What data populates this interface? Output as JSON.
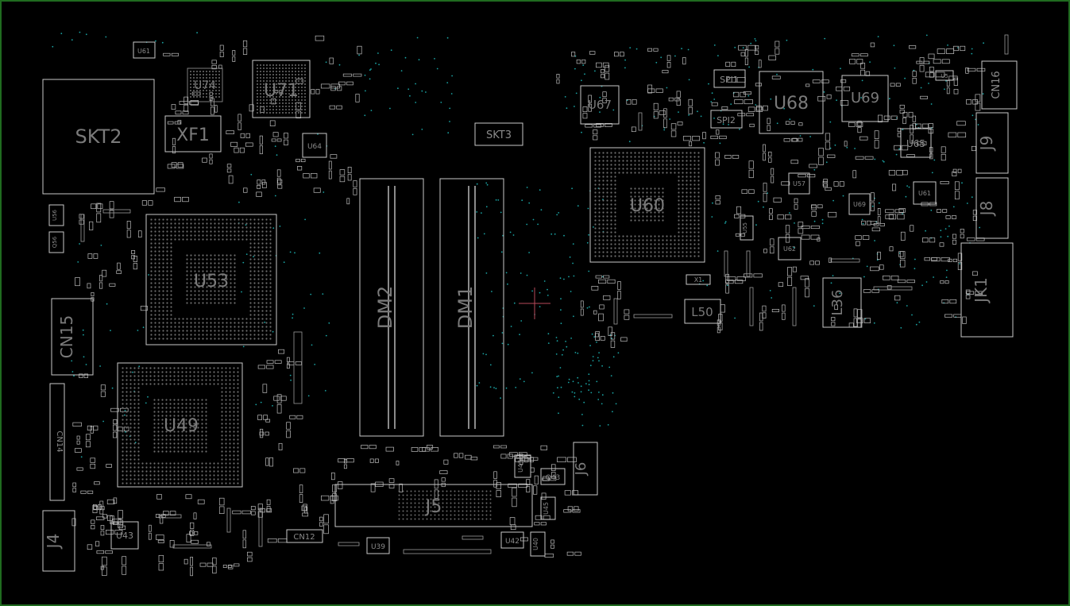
{
  "components": {
    "SKT2": "SKT2",
    "XF1": "XF1",
    "U74": "U74",
    "U71": "U71",
    "U64": "U64",
    "U61": "U61",
    "SKT3": "SKT3",
    "U67": "U67",
    "SPI1": "SPI1",
    "SPI2": "SPI2",
    "U68": "U68",
    "U69": "U69",
    "U65": "U65",
    "CN16": "CN16",
    "J9": "J9",
    "J8": "J8",
    "JK1": "JK1",
    "U60": "U60",
    "U53": "U53",
    "CN15": "CN15",
    "U49": "U49",
    "CN14": "CN14",
    "J4": "J4",
    "U43": "U43",
    "DM2": "DM2",
    "DM1": "DM1",
    "J5": "J5",
    "J6": "J6",
    "L50": "L50",
    "L36": "L36",
    "CN12": "CN12",
    "U39": "U39",
    "U42": "U42",
    "U40": "U40",
    "U45": "U45",
    "U47": "U47",
    "Q43": "Q43",
    "X1": "X1",
    "U56": "U56",
    "Q56": "Q56",
    "U57": "U57",
    "U69b": "U69",
    "U61b": "U61",
    "U62": "U62",
    "U55": "U55",
    "U5": "U5"
  },
  "colors": {
    "background": "#000000",
    "frame": "#1f6b1f",
    "outline": "#c8c8c8",
    "label": "#7a7a7a",
    "via": "#1aa3a3",
    "marker": "#b84a5a"
  }
}
